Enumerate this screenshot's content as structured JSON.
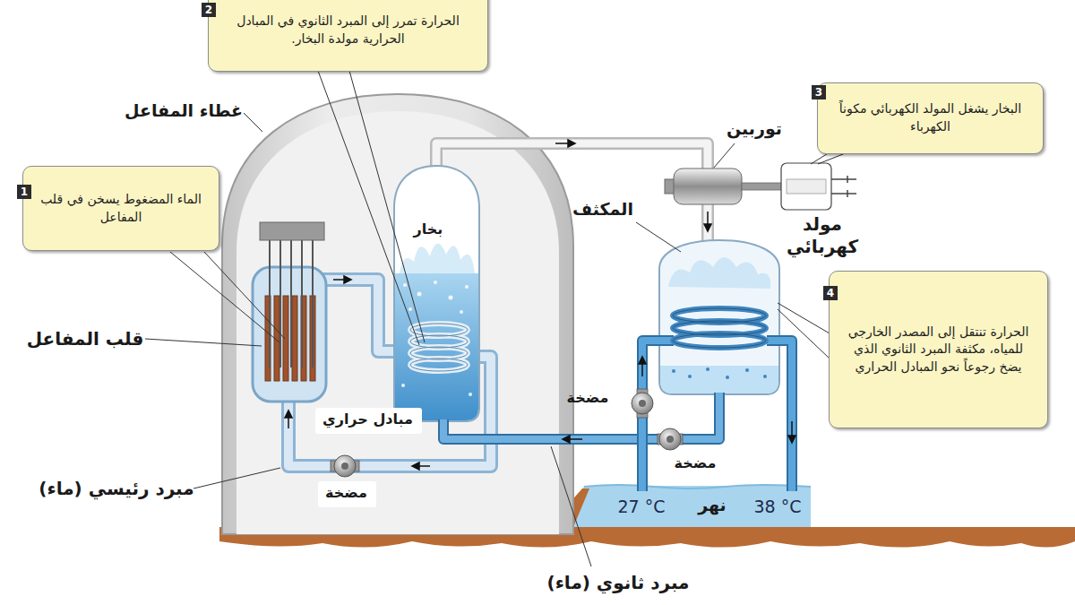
{
  "diagram": {
    "nodes": [
      {
        "text": [
          "2",
          "الحرارة تمرر إلى المبرد الثانوي في المبادل الحرارية مولدة البخار."
        ]
      },
      {
        "text": [
          "3",
          "البخار يشغل المولد الكهربائي مكوناً الكهرباء"
        ]
      },
      {
        "text": [
          "1",
          "الماء المضغوط يسخن في قلب المفاعل"
        ]
      },
      {
        "text": [
          "4",
          "الحرارة تنتقل إلى المصدر الخارجي للمياه، مكثفة المبرد الثانوي الذي يضخ رجوعاً نحو المبادل الحراري"
        ]
      },
      {
        "text": [
          "مبادل حراري"
        ]
      },
      {
        "text": [
          "مضخة"
        ]
      }
    ],
    "labels": [
      "غطاء المفاعل",
      "توربين",
      "بخار",
      "مولد كهربائي",
      "المكثف",
      "قلب المفاعل",
      "مضخة",
      "مضخة",
      "مبرد رئيسي (ماء)",
      "27 °C",
      "نهر",
      "38 °C",
      "مبرد ثانوي (ماء)"
    ]
  }
}
